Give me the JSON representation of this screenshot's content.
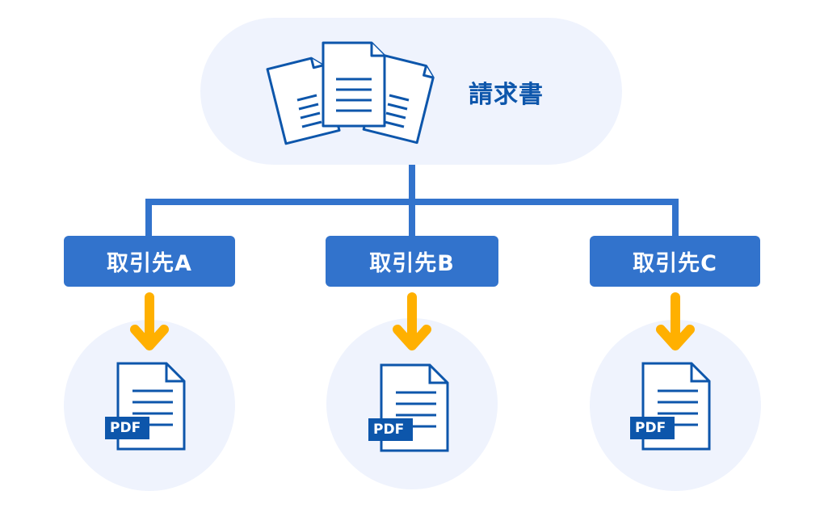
{
  "diagram": {
    "root": {
      "label": "請求書",
      "icon": "stacked-documents-icon"
    },
    "children": [
      {
        "label": "取引先A",
        "output_icon": "pdf-document-icon",
        "output_badge": "PDF"
      },
      {
        "label": "取引先B",
        "output_icon": "pdf-document-icon",
        "output_badge": "PDF"
      },
      {
        "label": "取引先C",
        "output_icon": "pdf-document-icon",
        "output_badge": "PDF"
      }
    ],
    "colors": {
      "primary": "#3273cc",
      "icon_stroke": "#0d56ab",
      "arrow": "#ffb000",
      "bubble": "#eff3fd"
    }
  }
}
